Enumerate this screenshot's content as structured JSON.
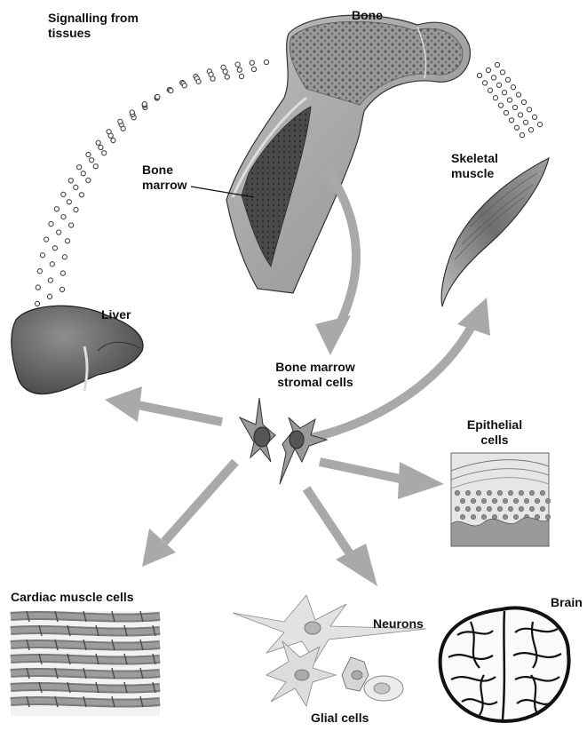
{
  "labels": {
    "signalling": [
      "Signalling from",
      "tissues"
    ],
    "bone": "Bone",
    "bone_marrow": [
      "Bone",
      "marrow"
    ],
    "skeletal_muscle": [
      "Skeletal",
      "muscle"
    ],
    "liver": "Liver",
    "stromal_cells": [
      "Bone marrow",
      "stromal cells"
    ],
    "epithelial_cells": [
      "Epithelial",
      "cells"
    ],
    "cardiac_muscle_cells": "Cardiac muscle cells",
    "neurons": "Neurons",
    "glial_cells": "Glial cells",
    "brain": "Brain"
  },
  "colors": {
    "arrow": "#a9a9a9",
    "organ_dark": "#5c5c5c",
    "organ_mid": "#8a8a8a",
    "line": "#222222"
  }
}
